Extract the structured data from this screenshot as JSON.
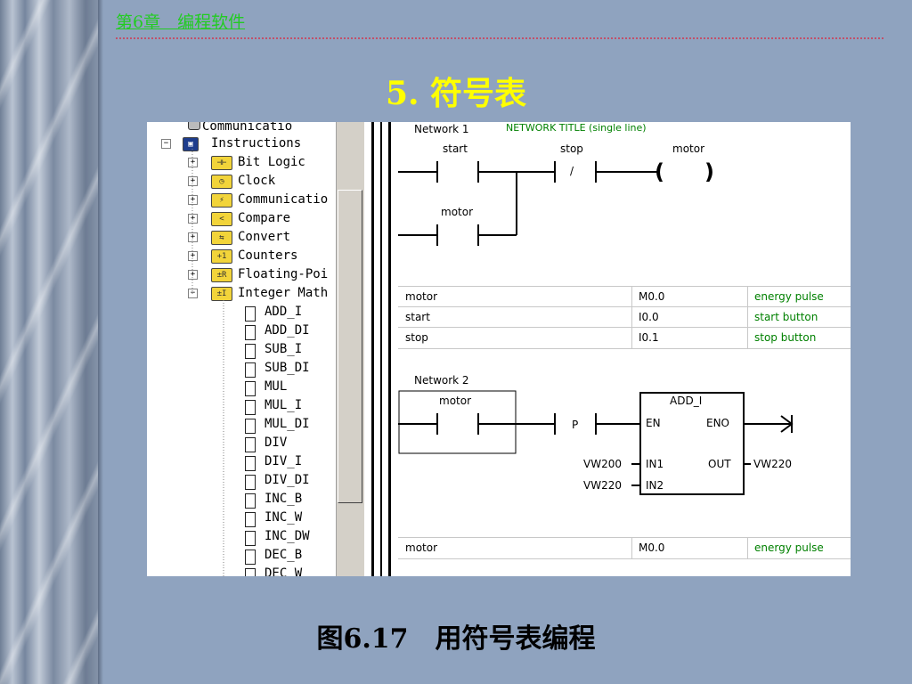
{
  "slide": {
    "chapter": "第6章　编程软件",
    "title": "5. 符号表",
    "caption": "图6.17　用符号表编程"
  },
  "tree": {
    "top_partial": "Communicatio",
    "root": "Instructions",
    "categories": [
      {
        "label": "Bit Logic",
        "icon": "bit-logic-icon",
        "glyph": "⊣⊢",
        "expander": "+"
      },
      {
        "label": "Clock",
        "icon": "clock-icon",
        "glyph": "◷",
        "expander": "+"
      },
      {
        "label": "Communicatio",
        "icon": "communication-icon",
        "glyph": "⚡",
        "expander": "+"
      },
      {
        "label": "Compare",
        "icon": "compare-icon",
        "glyph": "<",
        "expander": "+"
      },
      {
        "label": "Convert",
        "icon": "convert-icon",
        "glyph": "⇆",
        "expander": "+"
      },
      {
        "label": "Counters",
        "icon": "counters-icon",
        "glyph": "+1",
        "expander": "+"
      },
      {
        "label": "Floating-Poi",
        "icon": "floating-point-icon",
        "glyph": "±R",
        "expander": "+"
      },
      {
        "label": "Integer Math",
        "icon": "integer-math-icon",
        "glyph": "±I",
        "expander": "−"
      }
    ],
    "instructions": [
      "ADD_I",
      "ADD_DI",
      "SUB_I",
      "SUB_DI",
      "MUL",
      "MUL_I",
      "MUL_DI",
      "DIV",
      "DIV_I",
      "DIV_DI",
      "INC_B",
      "INC_W",
      "INC_DW",
      "DEC_B",
      "DEC_W"
    ]
  },
  "network1": {
    "label": "Network 1",
    "title": "NETWORK TITLE (single line)",
    "contacts": [
      "start",
      "stop",
      "motor"
    ],
    "coil": "motor",
    "not_mark": "/",
    "coil_left": "(",
    "coil_right": ")",
    "symbols": [
      {
        "symbol": "motor",
        "address": "M0.0",
        "comment": "energy pulse"
      },
      {
        "symbol": "start",
        "address": "I0.0",
        "comment": "start button"
      },
      {
        "symbol": "stop",
        "address": "I0.1",
        "comment": "stop button"
      }
    ]
  },
  "network2": {
    "label": "Network 2",
    "contact": "motor",
    "pulse": "P",
    "box": {
      "name": "ADD_I",
      "en": "EN",
      "eno": "ENO",
      "in1": "IN1",
      "in2": "IN2",
      "out": "OUT",
      "in1_value": "VW200",
      "in2_value": "VW220",
      "out_value": "VW220"
    },
    "symbols": [
      {
        "symbol": "motor",
        "address": "M0.0",
        "comment": "energy pulse"
      }
    ]
  },
  "colors": {
    "slide_bg": "#8fa3bf",
    "chapter": "#22cc22",
    "title": "#ffff00",
    "network_title": "#008000"
  }
}
